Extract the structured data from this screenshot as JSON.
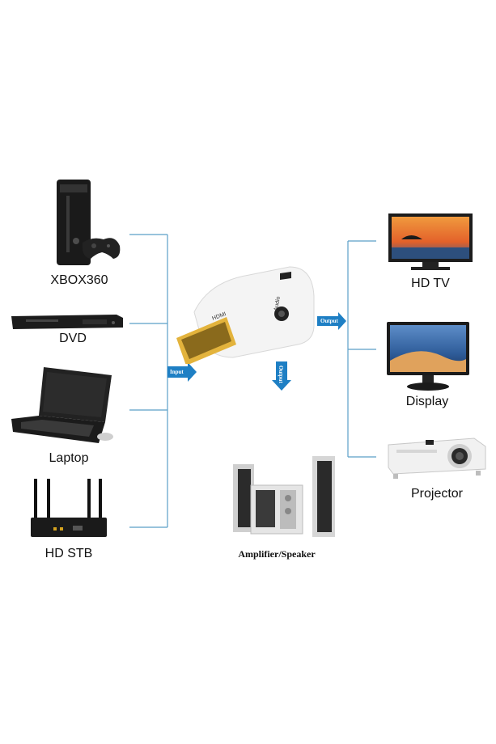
{
  "inputs": [
    {
      "label": "XBOX360",
      "icon": "xbox360-console-icon"
    },
    {
      "label": "DVD",
      "icon": "dvd-player-icon"
    },
    {
      "label": "Laptop",
      "icon": "laptop-icon"
    },
    {
      "label": "HD STB",
      "icon": "router-stb-icon"
    }
  ],
  "outputs": [
    {
      "label": "HD TV",
      "icon": "hd-tv-icon"
    },
    {
      "label": "Display",
      "icon": "display-monitor-icon"
    },
    {
      "label": "Projector",
      "icon": "projector-icon"
    }
  ],
  "audio_output": {
    "label": "Amplifier/Speaker",
    "icon": "speaker-system-icon"
  },
  "adapter": {
    "hdmi_text": "HDMI",
    "audio_text": "Audio",
    "icon": "hdmi-vga-adapter-icon"
  },
  "arrows": {
    "input": "Input",
    "output": "Output",
    "audio_out": "Output"
  },
  "colors": {
    "wire": "#5b9fc7",
    "arrow": "#1e7fc4"
  }
}
